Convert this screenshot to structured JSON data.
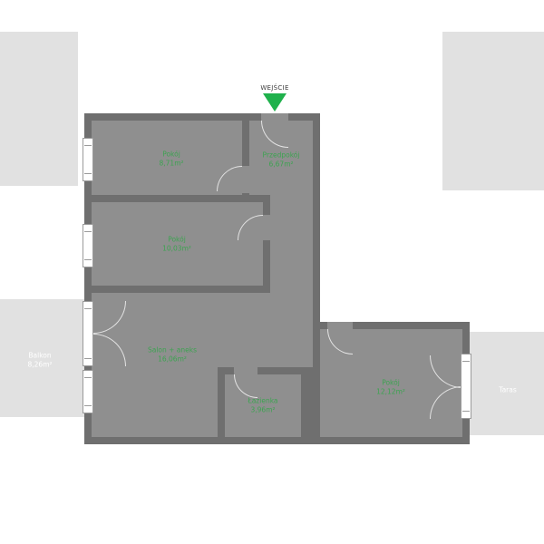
{
  "floorplan": {
    "entrance": {
      "label": "WEJŚCIE"
    },
    "rooms": [
      {
        "name": "Pokój",
        "area": "8,71m²"
      },
      {
        "name": "Przedpokój",
        "area": "6,67m²"
      },
      {
        "name": "Pokój",
        "area": "10,03m²"
      },
      {
        "name": "Salon + aneks",
        "area": "16,06m²"
      },
      {
        "name": "Łazienka",
        "area": "3,96m²"
      },
      {
        "name": "Pokój",
        "area": "12,12m²"
      }
    ],
    "outdoor": {
      "balcony": {
        "name": "Balkon",
        "area": "8,26m²"
      },
      "terrace": {
        "name": "Taras"
      }
    },
    "colors": {
      "wall": "#6f6f6f",
      "floor": "#8f8f8f",
      "outdoor_area": "#e1e1e1",
      "entrance_green": "#1fb14c",
      "label_green": "#3da351"
    }
  }
}
